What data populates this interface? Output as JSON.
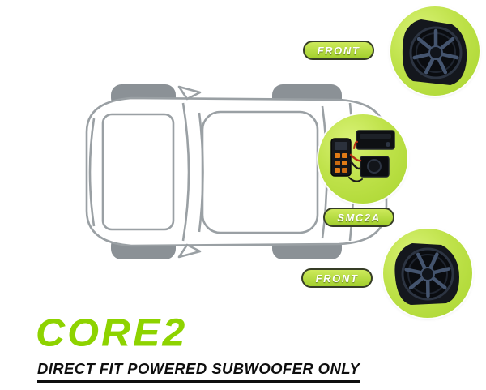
{
  "page": {
    "background": "#ffffff",
    "description_labels_visible": true
  },
  "colors": {
    "lime_circle": "#b9dd42",
    "lime_pill_top": "#cdea5b",
    "lime_pill_bottom": "#a2cf2d",
    "title_green": "#8ed300",
    "car_outline_gray": "#9aa0a4",
    "wheel_gray": "#8b9196",
    "pill_border": "#363d26",
    "text_dark": "#0e0e0e",
    "pill_text": "#ffffff"
  },
  "callouts": {
    "front_top": {
      "label": "FRONT"
    },
    "smc2a": {
      "label": "SMC2A"
    },
    "front_bottom": {
      "label": "FRONT"
    }
  },
  "title": {
    "heading": "CORE2",
    "subheading": "DIRECT FIT POWERED SUBWOOFER ONLY"
  },
  "icons": {
    "car": "car-top-view",
    "front_speaker_top": "speaker-icon",
    "system_components": "amplifier-icon",
    "front_speaker_bottom": "speaker-icon"
  }
}
